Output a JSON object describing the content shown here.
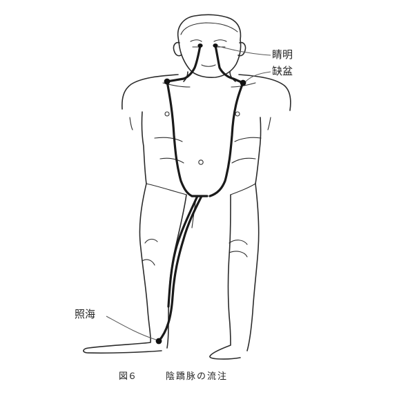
{
  "labels": {
    "jingming": "睛明",
    "quepen": "缺盆",
    "zhaohai": "照海"
  },
  "caption": {
    "figure_number": "図６",
    "title": "陰蹻脉の流注"
  }
}
